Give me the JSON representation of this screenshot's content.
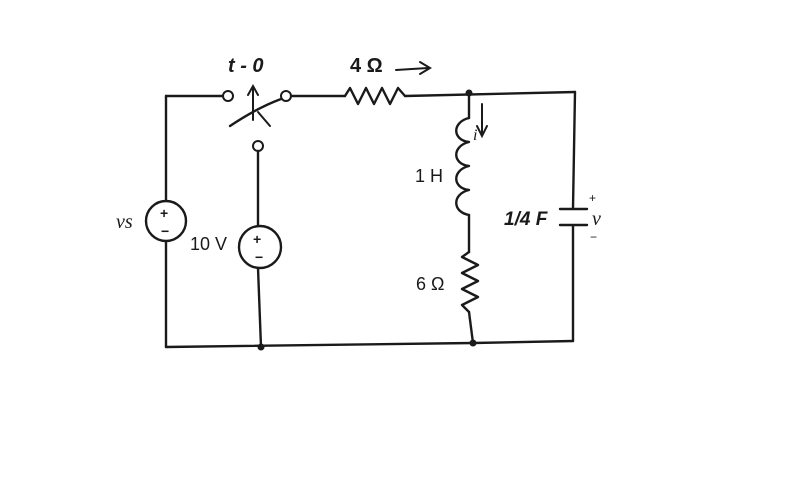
{
  "labels": {
    "switch_time": "t - 0",
    "resistor_top": "4 Ω",
    "inductor": "1 H",
    "resistor_bottom": "6 Ω",
    "capacitor": "1/4 F",
    "source_vs": "vs",
    "source_10v": "10 V",
    "current_i": "i",
    "voltage_v": "v"
  },
  "colors": {
    "ink": "#1a1a1a",
    "background": "#ffffff"
  }
}
